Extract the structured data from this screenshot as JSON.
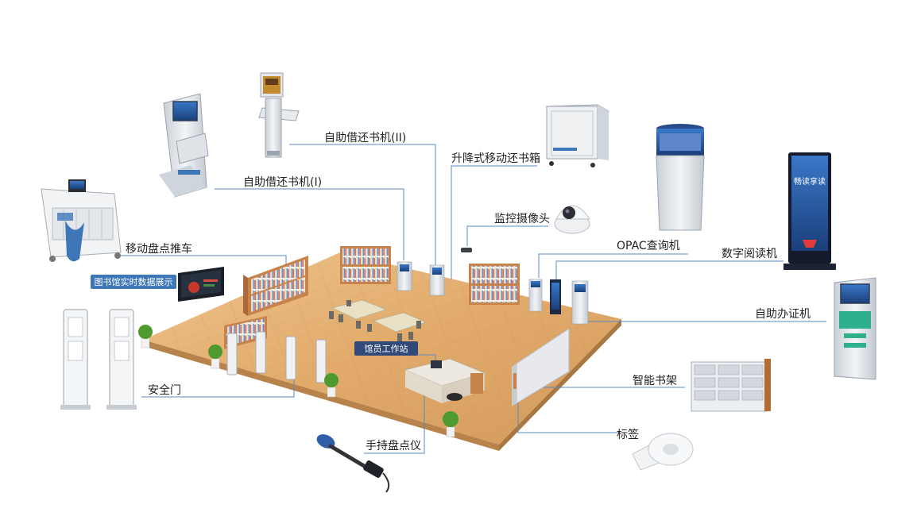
{
  "labels": {
    "self_checkout_2": "自助借还书机(II)",
    "self_checkout_1": "自助借还书机(I)",
    "lift_return_box": "升降式移动还书箱",
    "camera": "监控摄像头",
    "opac": "OPAC查询机",
    "digital_reading": "数字阅读机",
    "inventory_cart": "移动盘点推车",
    "data_display": "图书馆实时数据展示",
    "card_issuer": "自助办证机",
    "librarian_station": "馆员工作站",
    "security_gate": "安全门",
    "smart_shelf": "智能书架",
    "tag": "标签",
    "handheld_reader": "手持盘点仪"
  },
  "devices": {
    "digital_reading_screen_text": "畅读享读"
  },
  "colors": {
    "floor_light": "#e7b47a",
    "floor_dark": "#c98f52",
    "leader_line": "#5b89c0",
    "label_box": "#3e77b8",
    "shelf_wood": "#c8834a",
    "kiosk_white": "#e9ecef",
    "screen_blue": "#2f66b3",
    "plant_green": "#4f9a2e"
  }
}
